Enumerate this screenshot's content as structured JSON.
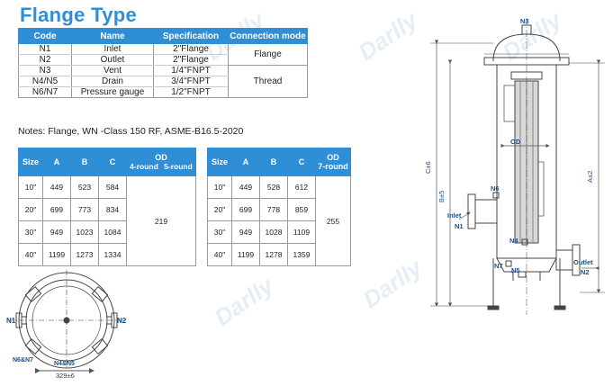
{
  "title": "Flange Type",
  "watermark": "Darlly",
  "connections": {
    "headers": [
      "Code",
      "Name",
      "Specification",
      "Connection mode"
    ],
    "rows": [
      {
        "code": "N1",
        "name": "Inlet",
        "spec": "2\"Flange"
      },
      {
        "code": "N2",
        "name": "Outlet",
        "spec": "2\"Flange"
      },
      {
        "code": "N3",
        "name": "Vent",
        "spec": "1/4\"FNPT"
      },
      {
        "code": "N4/N5",
        "name": "Drain",
        "spec": "3/4\"FNPT"
      },
      {
        "code": "N6/N7",
        "name": "Pressure gauge",
        "spec": "1/2\"FNPT"
      }
    ],
    "mode_flange": "Flange",
    "mode_thread": "Thread"
  },
  "notes": "Notes: Flange, WN -Class 150 RF, ASME-B16.5-2020",
  "table_left": {
    "h_size": "Size",
    "h_a": "A",
    "h_b": "B",
    "h_c": "C",
    "h_od": "OD",
    "h_od_sub1": "4-round",
    "h_od_sub2": "5-round",
    "rows": [
      {
        "size": "10\"",
        "a": "449",
        "b": "523",
        "c": "584"
      },
      {
        "size": "20\"",
        "a": "699",
        "b": "773",
        "c": "834"
      },
      {
        "size": "30\"",
        "a": "949",
        "b": "1023",
        "c": "1084"
      },
      {
        "size": "40\"",
        "a": "1199",
        "b": "1273",
        "c": "1334"
      }
    ],
    "od": "219"
  },
  "table_right": {
    "h_size": "Size",
    "h_a": "A",
    "h_b": "B",
    "h_c": "C",
    "h_od": "OD",
    "h_od_sub": "7-round",
    "rows": [
      {
        "size": "10\"",
        "a": "449",
        "b": "528",
        "c": "612"
      },
      {
        "size": "20\"",
        "a": "699",
        "b": "778",
        "c": "859"
      },
      {
        "size": "30\"",
        "a": "949",
        "b": "1028",
        "c": "1109"
      },
      {
        "size": "40\"",
        "a": "1199",
        "b": "1278",
        "c": "1359"
      }
    ],
    "od": "255"
  },
  "top_view": {
    "n1": "N1",
    "n2": "N2",
    "n6n7": "N6&N7",
    "n4n5": "N4&N5",
    "dim": "329±6"
  },
  "side_view": {
    "n3": "N3",
    "od": "OD",
    "c": "C±6",
    "b": "B±5",
    "a": "A±2",
    "n6": "N6",
    "inlet": "Inlet",
    "n1": "N1",
    "n4": "N4",
    "outlet": "Outlet",
    "n2": "N2",
    "n7": "N7",
    "n5": "N5"
  },
  "colors": {
    "accent": "#2f8fd6",
    "label": "#1a4f8a"
  }
}
